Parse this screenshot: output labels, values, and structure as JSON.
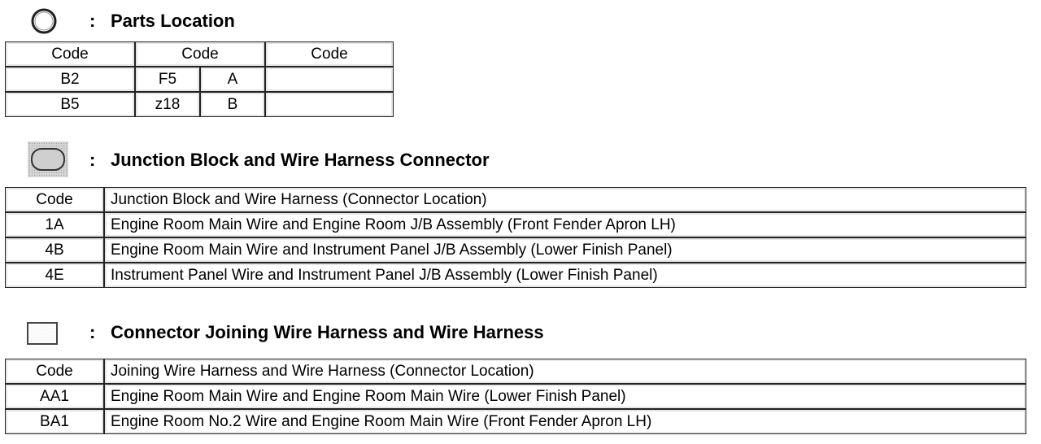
{
  "parts": {
    "title": "Parts Location",
    "colon": ":",
    "headers": [
      "Code",
      "Code",
      "Code"
    ],
    "rows": [
      [
        "B2",
        "F5",
        "A",
        ""
      ],
      [
        "B5",
        "z18",
        "B",
        ""
      ]
    ]
  },
  "junction": {
    "title": "Junction Block and Wire Harness Connector",
    "colon": ":",
    "headers": [
      "Code",
      "Junction Block and Wire Harness (Connector Location)"
    ],
    "rows": [
      [
        "1A",
        "Engine Room Main Wire and Engine Room J/B Assembly (Front Fender Apron LH)"
      ],
      [
        "4B",
        "Engine Room Main Wire and Instrument Panel J/B Assembly (Lower Finish Panel)"
      ],
      [
        "4E",
        "Instrument Panel Wire and Instrument Panel J/B Assembly (Lower Finish Panel)"
      ]
    ]
  },
  "joining": {
    "title": "Connector Joining Wire Harness and Wire Harness",
    "colon": ":",
    "headers": [
      "Code",
      "Joining Wire Harness and Wire Harness (Connector Location)"
    ],
    "rows": [
      [
        "AA1",
        "Engine Room Main Wire and Engine Room Main Wire (Lower Finish Panel)"
      ],
      [
        "BA1",
        "Engine Room No.2 Wire and Engine Room Main Wire (Front Fender Apron LH)"
      ]
    ]
  }
}
